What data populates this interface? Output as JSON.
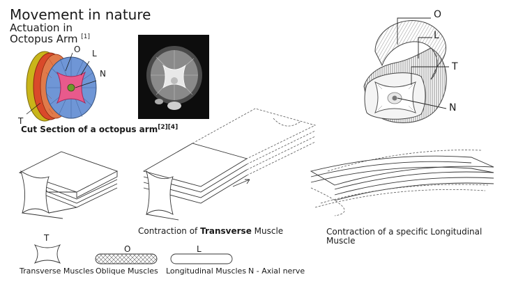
{
  "header": {
    "title": "Movement in nature",
    "subtitle_line1": "Actuation in",
    "subtitle_line2": "Octopus Arm",
    "subtitle_ref": "[1]"
  },
  "cut_section": {
    "caption": "Cut Section of a octopus arm",
    "caption_refs": "[2][4]",
    "labels": {
      "O": "O",
      "L": "L",
      "N": "N",
      "T": "T"
    }
  },
  "model_3d": {
    "labels": {
      "O": "O",
      "L": "L",
      "T": "T",
      "N": "N"
    }
  },
  "diagrams": {
    "transverse_caption_prefix": "Contraction of ",
    "transverse_caption_bold": "Transverse",
    "transverse_caption_suffix": " Muscle",
    "longitudinal_caption_line1": "Contraction of a specific Longitudinal",
    "longitudinal_caption_line2": "Muscle"
  },
  "legend": {
    "transverse": {
      "letter": "T",
      "label": "Transverse Muscles"
    },
    "oblique": {
      "letter": "O",
      "label": "Oblique Muscles"
    },
    "longitudinal": {
      "letter": "L",
      "label": "Longitudinal Muscles"
    },
    "axial": {
      "label": "N -  Axial nerve"
    }
  },
  "colors": {
    "outer_yellow": "#c9b51a",
    "oblique_red": "#d94a2a",
    "longitudinal_blue": "#6f96d6",
    "transverse_pink": "#e85a8c",
    "nerve_green": "#6c9a2a"
  }
}
